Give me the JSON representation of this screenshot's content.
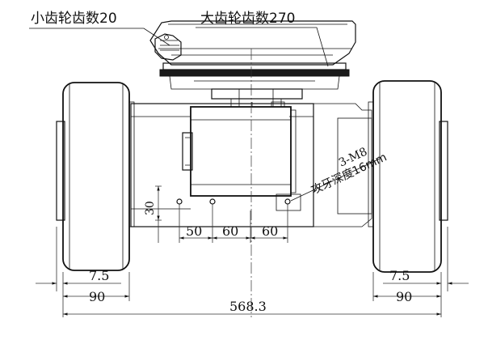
{
  "callouts": {
    "small_gear": "小齿轮齿数20",
    "large_gear": "大齿轮齿数270"
  },
  "thread_note": {
    "spec": "3-M8",
    "depth": "攻牙深度16mm"
  },
  "dimensions": {
    "hole_height": "30",
    "spacing_1": "50",
    "spacing_2": "60",
    "spacing_3": "60",
    "rim_left": "7.5",
    "rim_right": "7.5",
    "wheel_left": "90",
    "wheel_right": "90",
    "overall": "568.3"
  }
}
